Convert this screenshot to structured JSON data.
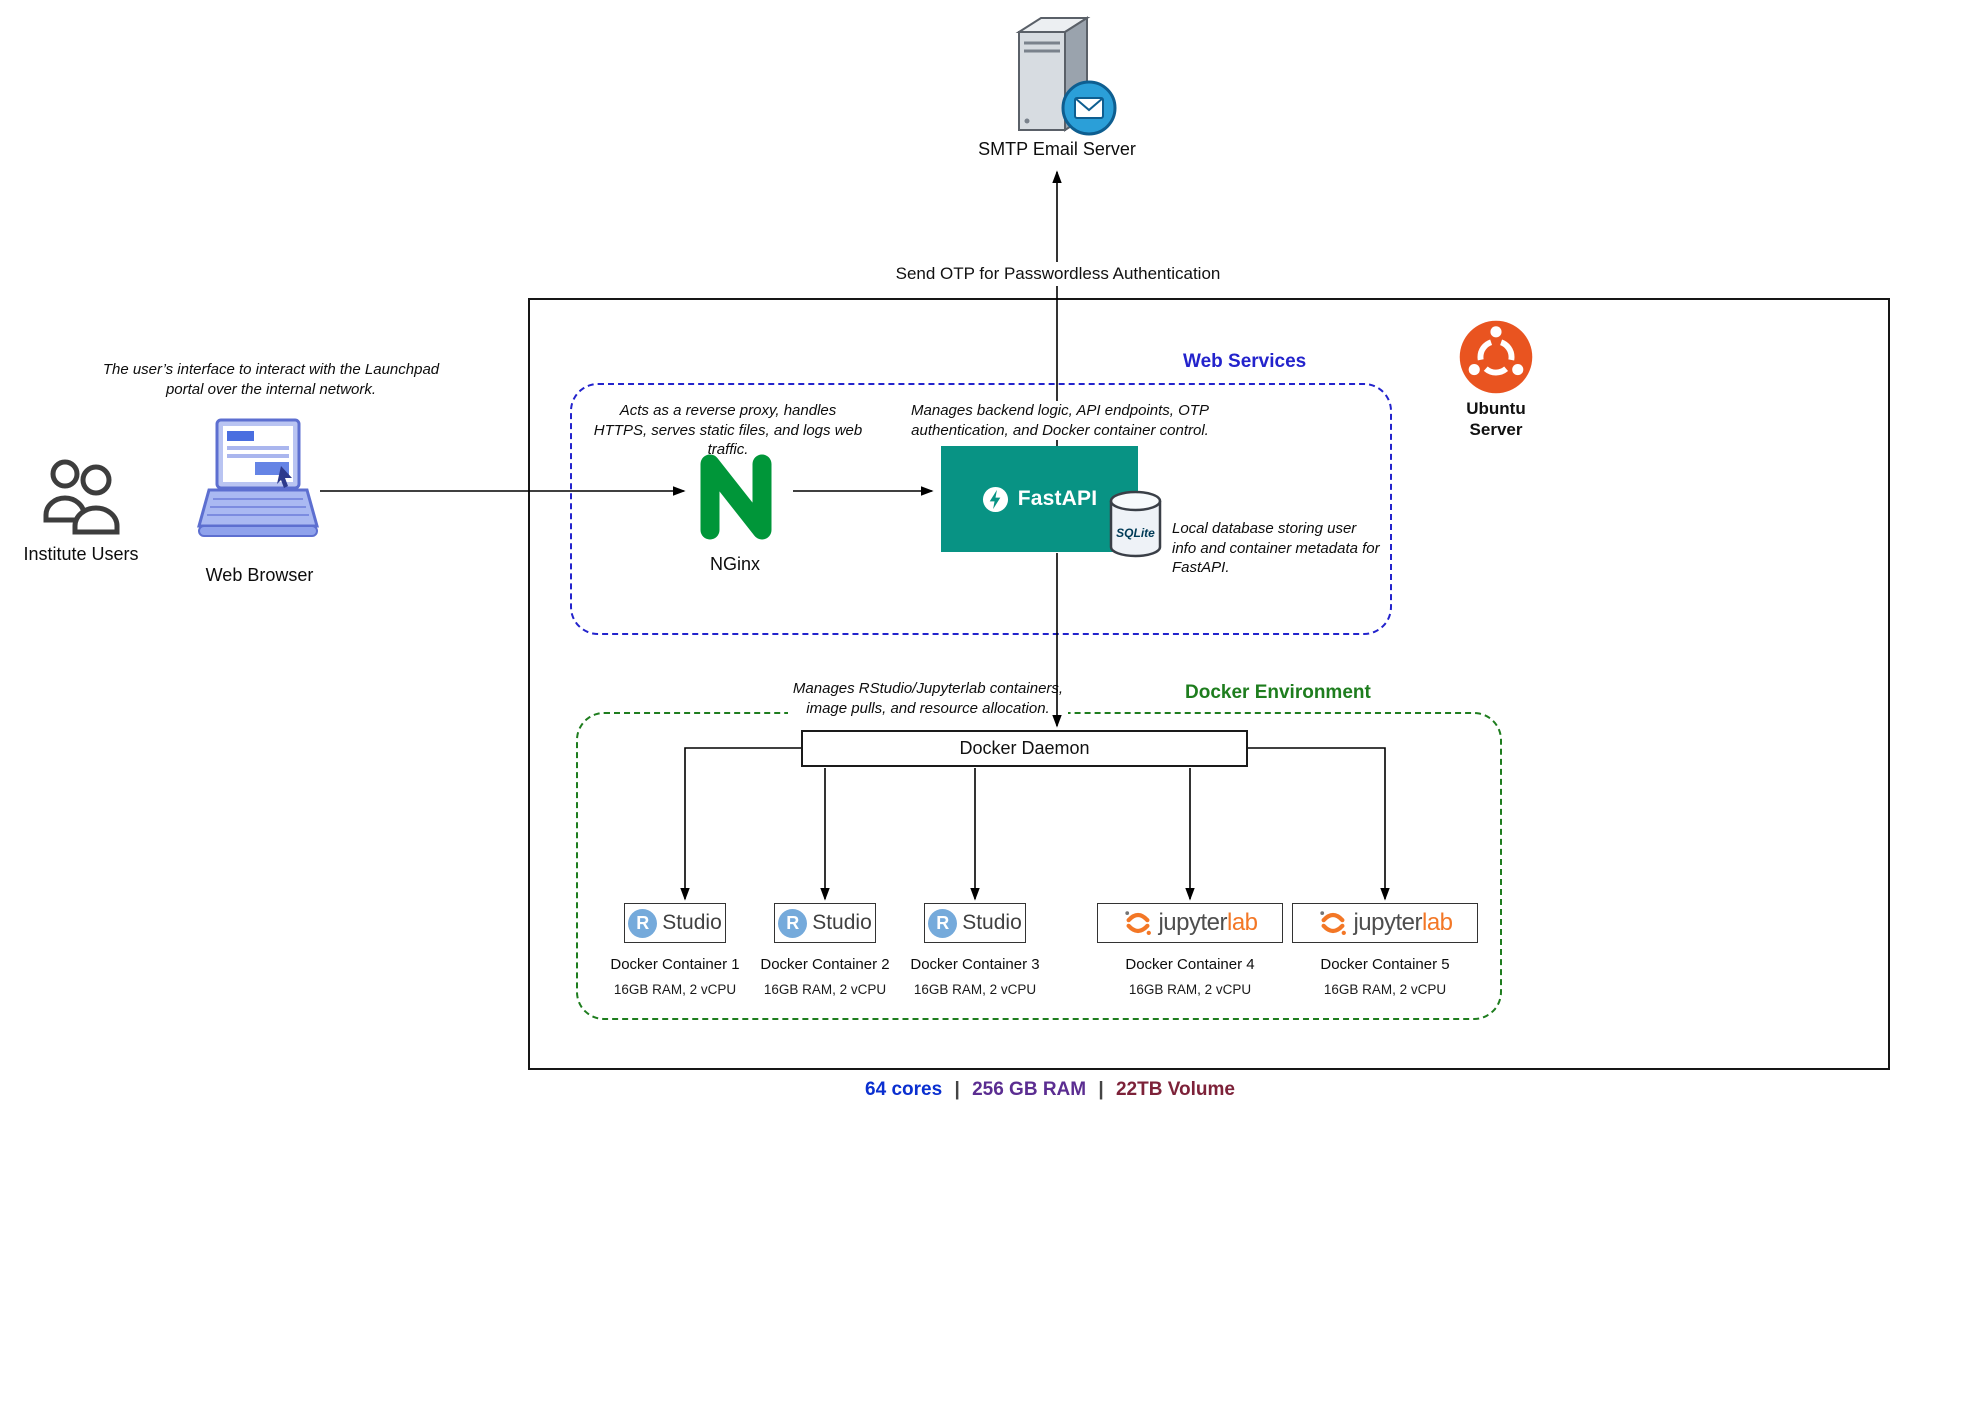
{
  "smtp": {
    "label": "SMTP Email Server",
    "arrow_label": "Send OTP for Passwordless Authentication"
  },
  "left_panel": {
    "users_label": "Institute Users",
    "browser_label": "Web Browser",
    "note": "The user’s interface to interact with the Launchpad portal over the internal network."
  },
  "server_box": {
    "ubuntu_line1": "Ubuntu",
    "ubuntu_line2": "Server"
  },
  "web_services": {
    "title": "Web Services",
    "nginx": {
      "label": "NGinx",
      "note": "Acts as a reverse proxy, handles HTTPS, serves static files, and logs web traffic."
    },
    "fastapi": {
      "brand": "FastAPI",
      "note": "Manages backend logic, API endpoints, OTP authentication, and Docker container control."
    },
    "sqlite": {
      "brand": "SQLite",
      "note": "Local database storing user info and container metadata for FastAPI."
    }
  },
  "docker": {
    "title": "Docker Environment",
    "daemon_label": "Docker Daemon",
    "daemon_note": "Manages RStudio/Jupyterlab containers, image pulls, and resource allocation.",
    "containers": [
      {
        "type": "rstudio",
        "label": "Docker Container 1",
        "spec": "16GB RAM, 2 vCPU"
      },
      {
        "type": "rstudio",
        "label": "Docker Container 2",
        "spec": "16GB RAM, 2 vCPU"
      },
      {
        "type": "rstudio",
        "label": "Docker Container 3",
        "spec": "16GB RAM, 2 vCPU"
      },
      {
        "type": "jupyterlab",
        "label": "Docker Container 4",
        "spec": "16GB RAM, 2 vCPU"
      },
      {
        "type": "jupyterlab",
        "label": "Docker Container 5",
        "spec": "16GB RAM, 2 vCPU"
      }
    ]
  },
  "brands": {
    "rstudio": {
      "letter": "R",
      "name": "Studio"
    },
    "jupyter": {
      "main": "jupyter",
      "accent": "lab"
    }
  },
  "footer": {
    "cores": "64 cores",
    "sep": "|",
    "ram": "256 GB RAM",
    "volume": "22TB Volume"
  },
  "colors": {
    "web_services": "#2323cc",
    "docker_env": "#1e7d1e",
    "fastapi_teal": "#089384",
    "nginx_green": "#009639",
    "ubuntu_orange": "#E95420",
    "jupyter_orange": "#F37726",
    "rstudio_blue": "#75aadb",
    "sqlite_blue": "#003b57",
    "footer_cores": "#0a2fd0",
    "footer_ram": "#5b2d91",
    "footer_volume": "#7d2239"
  }
}
